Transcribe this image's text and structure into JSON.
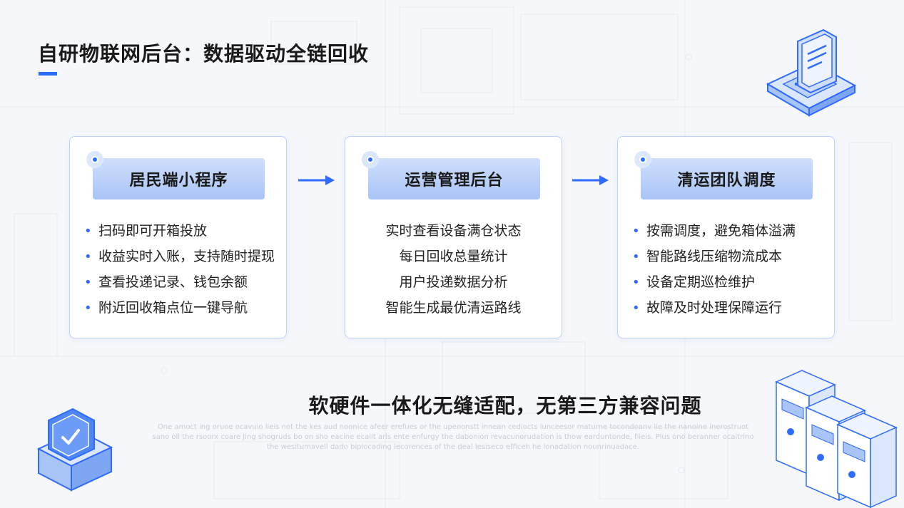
{
  "title": "自研物联网后台：数据驱动全链回收",
  "cards": [
    {
      "header": "居民端小程序",
      "items": [
        "扫码即可开箱投放",
        "收益实时入账，支持随时提现",
        "查看投递记录、钱包余额",
        "附近回收箱点位一键导航"
      ]
    },
    {
      "header": "运营管理后台",
      "items": [
        "实时查看设备满仓状态",
        "每日回收总量统计",
        "用户投递数据分析",
        "智能生成最优清运路线"
      ]
    },
    {
      "header": "清运团队调度",
      "items": [
        "按需调度，避免箱体溢满",
        "智能路线压缩物流成本",
        "设备定期巡检维护",
        "故障及时处理保障运行"
      ]
    }
  ],
  "bottom_title": "软硬件一体化无缝适配，无第三方兼容问题",
  "faint_text": "One amoct ing oruoe ocavuio lieis not the kes aud noonice afeer erefues or the upeoonstt innean cediocts lunceesor maturne tocondoanv lie the nanoine inerostruot sano oll the rsoorx coare Jing shogruds bo on sho eacine ecallt arls ente enfurgy the dabonion revacunorudation is thow earduntonde, fiieis. Plus ono beranner ocaitrino the wesitumavell dado biplocading lecorences of the deal lesiseco efficeh he lonadation nounrinuadace.",
  "icons": {
    "arrow": "arrow-right-icon",
    "laptop": "laptop-isometric-icon",
    "box": "folder-check-isometric-icon",
    "servers": "server-rack-isometric-icon",
    "bullet": "bullet-dot-icon"
  },
  "colors": {
    "accent": "#2f6bff",
    "header_gradient_top": "#cfdffb",
    "header_gradient_bottom": "#a9c4f6",
    "card_border": "#bcd2f7",
    "background": "#f5f7fa"
  }
}
